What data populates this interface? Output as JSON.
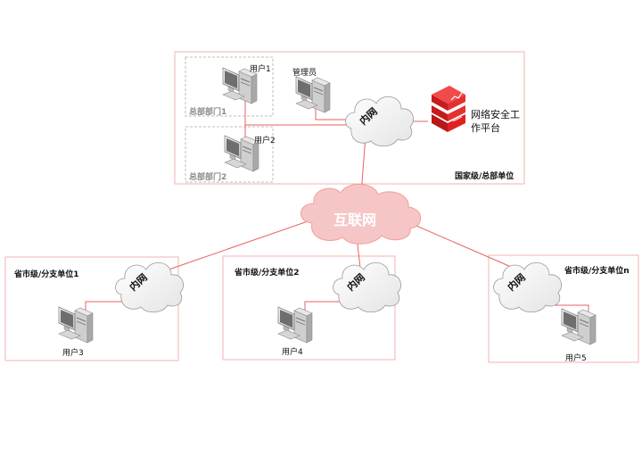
{
  "hq": {
    "unit_label": "国家级/总部单位",
    "dept1_label": "总部部门1",
    "dept2_label": "总部部门2",
    "user1_label": "用户1",
    "user2_label": "用户2",
    "admin_label": "管理员",
    "intranet_label": "内网",
    "platform_label": "网络安全工作平台"
  },
  "internet_label": "互联网",
  "branches": [
    {
      "unit_label": "省市级/分支单位1",
      "intranet_label": "内网",
      "user_label": "用户3"
    },
    {
      "unit_label": "省市级/分支单位2",
      "intranet_label": "内网",
      "user_label": "用户4"
    },
    {
      "unit_label": "省市级/分支单位n",
      "intranet_label": "内网",
      "user_label": "用户5"
    }
  ],
  "colors": {
    "line": "#e8615f",
    "border": "#f2b3b1",
    "dashed": "#bdbdbd",
    "internet_fill": "#f6c6c6",
    "platform_red": "#e02020"
  }
}
